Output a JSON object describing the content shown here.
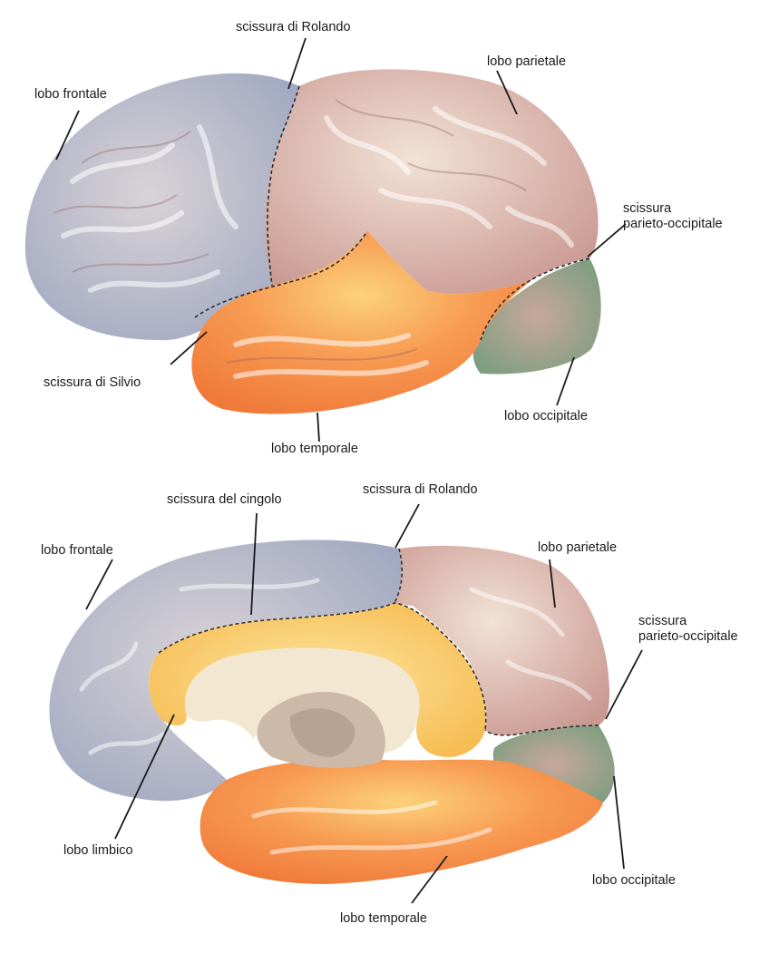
{
  "lateral_view": {
    "labels": {
      "frontal": "lobo frontale",
      "rolando": "scissura di Rolando",
      "parietal": "lobo parietale",
      "parieto_occipital": "scissura\nparieto-occipitale",
      "silvio": "scissura di Silvio",
      "occipital": "lobo occipitale",
      "temporal": "lobo temporale"
    },
    "colors": {
      "frontal": "#aeb2c6",
      "parietal": "#d8aca2",
      "temporal": "#f58a45",
      "occipital": "#8fa888"
    }
  },
  "medial_view": {
    "labels": {
      "cingulate": "scissura del cingolo",
      "rolando": "scissura di Rolando",
      "frontal": "lobo frontale",
      "parietal": "lobo parietale",
      "parieto_occipital": "scissura\nparieto-occipitale",
      "limbic": "lobo limbico",
      "occipital": "lobo occipitale",
      "temporal": "lobo temporale"
    },
    "colors": {
      "frontal": "#aeb2c6",
      "parietal": "#d6aaa0",
      "temporal": "#f4824a",
      "occipital": "#8fa888",
      "limbic": "#f9cf6a",
      "corpus_callosum": "#f3ead6"
    }
  }
}
